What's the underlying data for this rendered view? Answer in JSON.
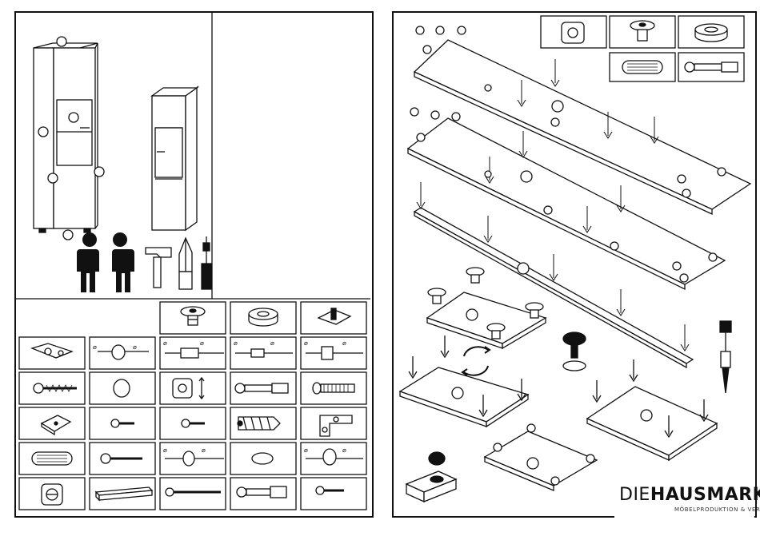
{
  "brand": {
    "name_light": "DIE",
    "name_bold": "HAUSMARKE",
    "tagline": "MÖBELPRODUKTION & VERTRIEB"
  },
  "sheets": {
    "left": {
      "figures": [
        "cabinet-front-view",
        "cabinet-side-view",
        "two-persons",
        "hammer",
        "knife",
        "screwdriver"
      ],
      "parts_grid_rows": 6,
      "parts_grid_cols": 5
    },
    "right": {
      "steps": [
        "top-panels-with-dowels",
        "side-panels",
        "shelf-strip",
        "shelf-boards",
        "base-panels"
      ]
    }
  },
  "colors": {
    "line": "#111111",
    "fill": "#ffffff",
    "dark": "#1a1a1a"
  }
}
